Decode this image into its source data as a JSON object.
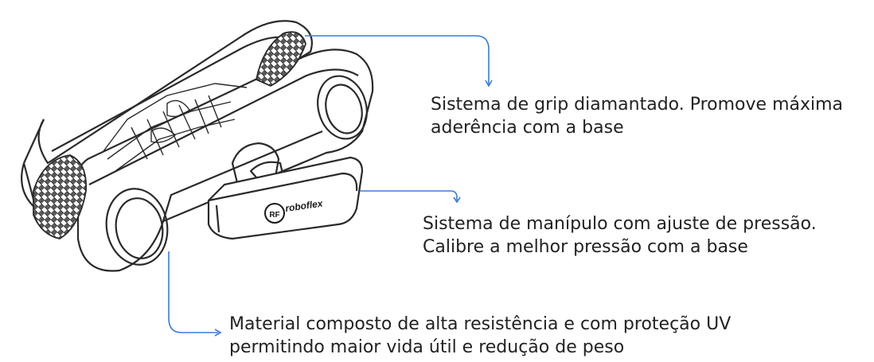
{
  "product": {
    "brand_logo_text": "roboflex",
    "brand_logo_mark": "RF"
  },
  "callouts": {
    "grip": {
      "line1": "Sistema de grip diamantado. Promove máxima",
      "line2": "aderência com a base"
    },
    "handle": {
      "line1": "Sistema de manípulo com ajuste de pressão.",
      "line2": "Calibre a melhor pressão com a base"
    },
    "material": {
      "line1": "Material composto de alta resistência e com proteção UV",
      "line2": "permitindo maior vida útil e redução de peso"
    }
  },
  "colors": {
    "leader_line": "#3b7bd8",
    "outline": "#2a2a2a",
    "text": "#222222",
    "background": "#ffffff"
  }
}
